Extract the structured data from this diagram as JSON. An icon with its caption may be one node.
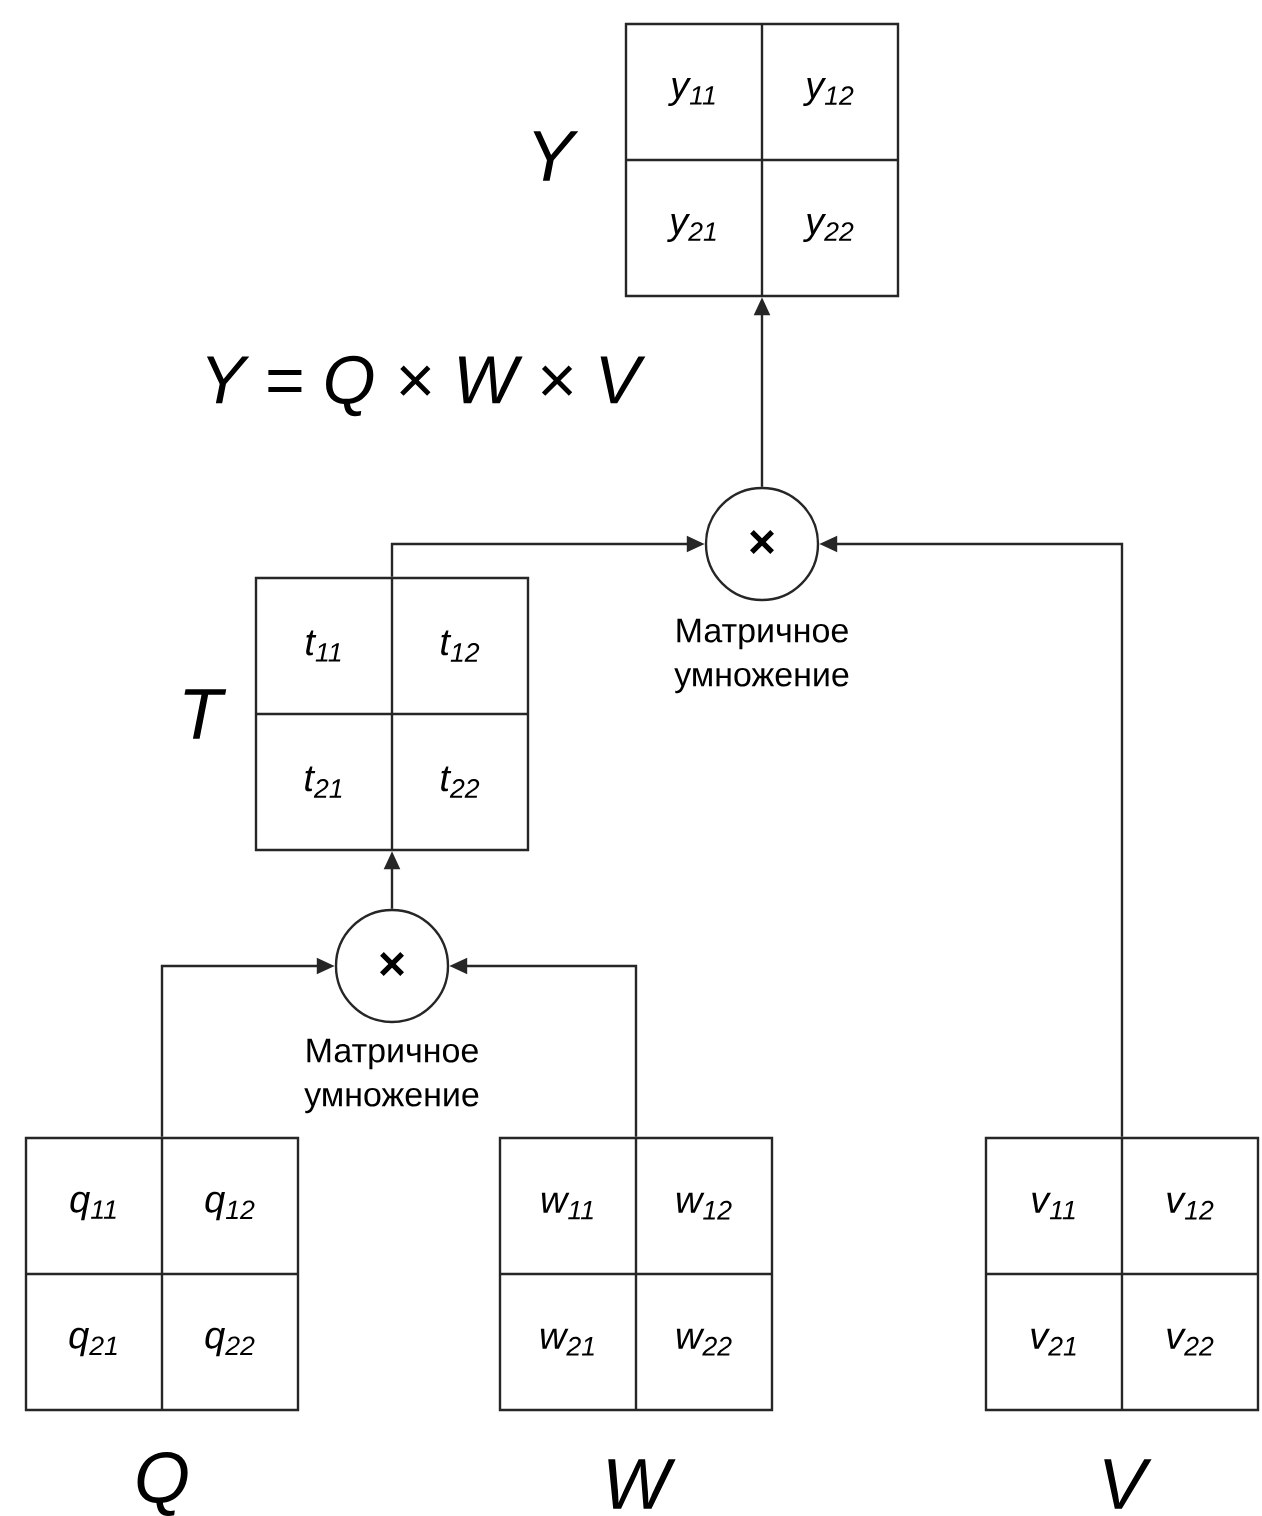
{
  "diagram": {
    "nodes": [
      {
        "text": [
          "y$_{11}$",
          "y$_{12}$",
          "y$_{21}$",
          "y$_{22}$"
        ],
        "beside": [
          "Y"
        ]
      },
      {
        "text": [
          "×"
        ],
        "beside": [
          "Матричное умножение"
        ]
      },
      {
        "text": [
          "t$_{11}$",
          "t$_{12}$",
          "t$_{21}$",
          "t$_{22}$"
        ],
        "beside": [
          "T"
        ]
      },
      {
        "text": [
          "×"
        ],
        "beside": [
          "Матричное умножение"
        ]
      },
      {
        "text": [
          "q$_{11}$",
          "q$_{12}$",
          "q$_{21}$",
          "q$_{22}$"
        ],
        "beside": [
          "Q"
        ]
      },
      {
        "text": [
          "w$_{11}$",
          "w$_{12}$",
          "w$_{21}$",
          "w$_{22}$"
        ],
        "beside": [
          "W"
        ]
      },
      {
        "text": [
          "v$_{11}$",
          "v$_{12}$",
          "v$_{21}$",
          "v$_{22}$"
        ],
        "beside": [
          "V"
        ]
      }
    ],
    "edges": [
      {
        "from": 4,
        "to": 3,
        "arrow": "to"
      },
      {
        "from": 5,
        "to": 3,
        "arrow": "to"
      },
      {
        "from": 3,
        "to": 2,
        "arrow": "to"
      },
      {
        "from": 2,
        "to": 1,
        "arrow": "to"
      },
      {
        "from": 6,
        "to": 1,
        "arrow": "to"
      },
      {
        "from": 1,
        "to": 0,
        "arrow": "to"
      }
    ],
    "labels": [
      "Y = Q × W × V"
    ]
  }
}
